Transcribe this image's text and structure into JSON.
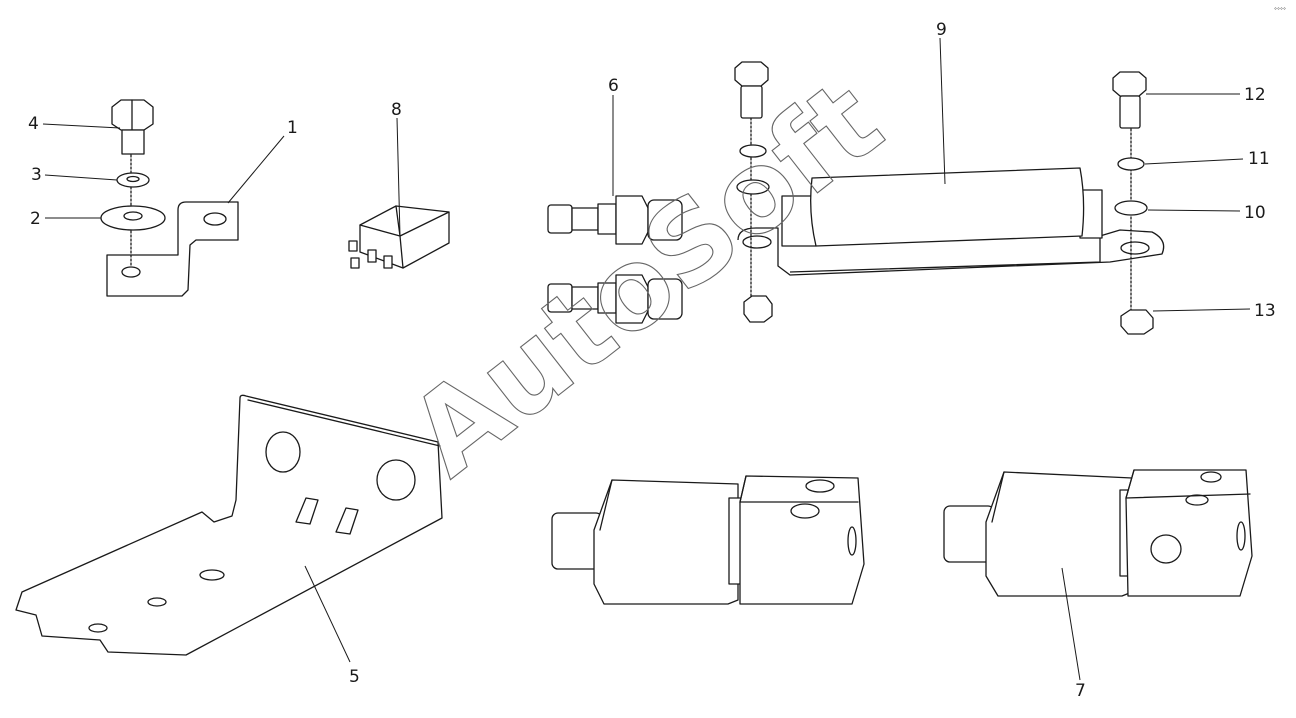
{
  "watermark": "AutoSoft",
  "corner_mark": "°°°°",
  "callouts": {
    "c1": "1",
    "c2": "2",
    "c3": "3",
    "c4": "4",
    "c5": "5",
    "c6": "6",
    "c7": "7",
    "c8": "8",
    "c9": "9",
    "c10": "10",
    "c11": "11",
    "c12": "12",
    "c13": "13"
  }
}
